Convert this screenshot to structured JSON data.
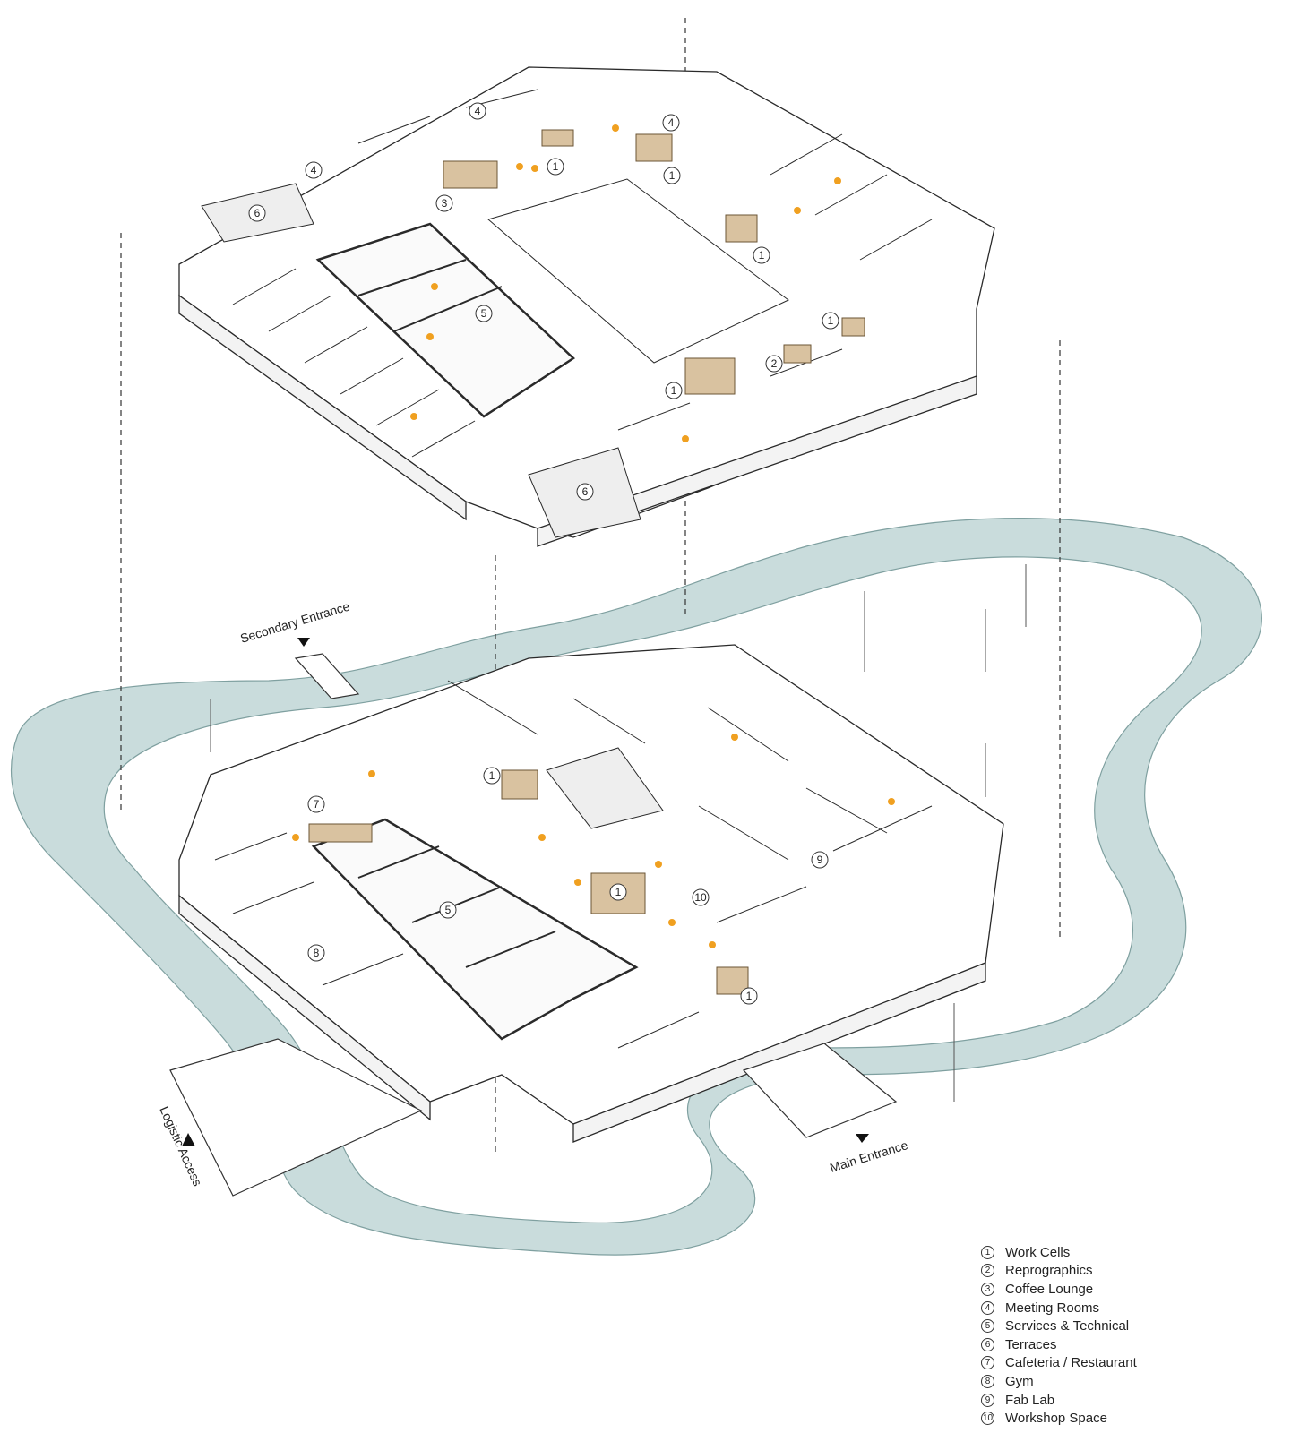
{
  "labels": {
    "secondary_entrance": "Secondary Entrance",
    "logistic_access": "Logistic Access",
    "main_entrance": "Main Entrance"
  },
  "legend": [
    {
      "num": "1",
      "label": "Work Cells"
    },
    {
      "num": "2",
      "label": "Reprographics"
    },
    {
      "num": "3",
      "label": "Coffee Lounge"
    },
    {
      "num": "4",
      "label": "Meeting Rooms"
    },
    {
      "num": "5",
      "label": "Services & Technical"
    },
    {
      "num": "6",
      "label": "Terraces"
    },
    {
      "num": "7",
      "label": "Cafeteria / Restaurant"
    },
    {
      "num": "8",
      "label": "Gym"
    },
    {
      "num": "9",
      "label": "Fab Lab"
    },
    {
      "num": "10",
      "label": "Workshop Space"
    }
  ],
  "colors": {
    "water": "#c9dcdc",
    "accent_wood": "#d9c2a0",
    "accent_orange": "#f0a020",
    "line": "#2a2a2a"
  }
}
